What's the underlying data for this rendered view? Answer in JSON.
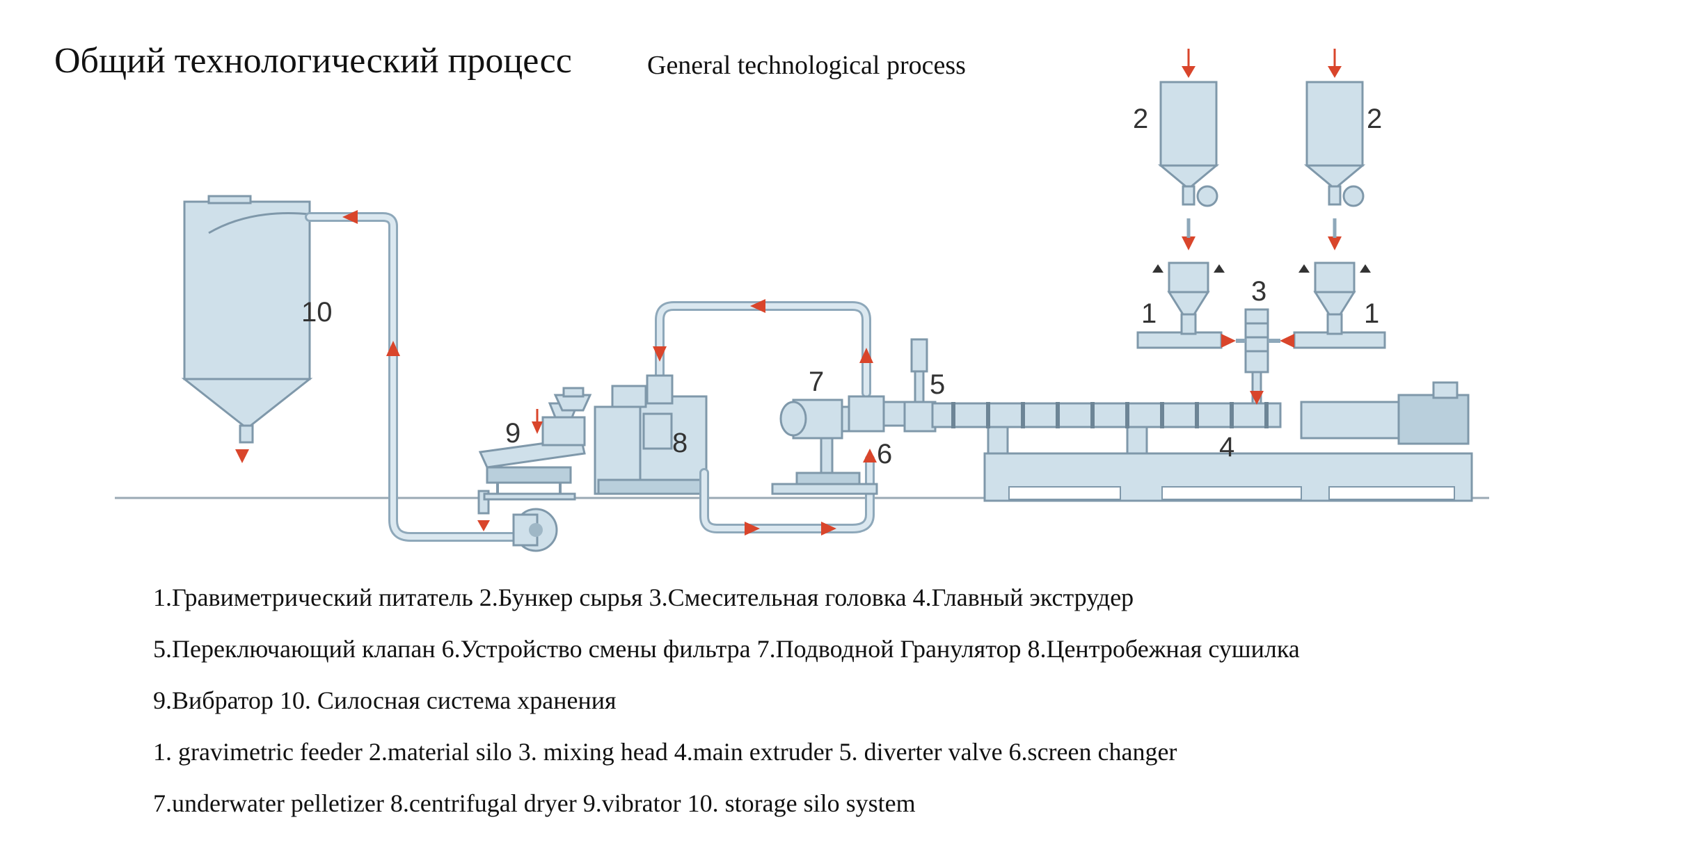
{
  "header": {
    "title_ru": "Общий технологический процесс",
    "title_en": "General technological process"
  },
  "diagram": {
    "labels": {
      "n1a": "1",
      "n1b": "1",
      "n2a": "2",
      "n2b": "2",
      "n3": "3",
      "n4": "4",
      "n5": "5",
      "n6": "6",
      "n7": "7",
      "n8": "8",
      "n9": "9",
      "n10": "10"
    },
    "colors": {
      "equipment": "#cfe0ea",
      "outline": "#7f98aa",
      "arrow": "#d9452b"
    }
  },
  "legend": {
    "line1": "1.Гравиметрический питатель  2.Бункер сырья   3.Смесительная головка  4.Главный экструдер",
    "line2": "5.Переключающий клапан  6.Устройство смены фильтра  7.Подводной Гранулятор  8.Центробежная сушилка",
    "line3": "9.Вибратор  10. Силосная система хранения",
    "line4": "1. gravimetric feeder  2.material silo  3. mixing head  4.main extruder 5. diverter valve  6.screen changer",
    "line5": "7.underwater pelletizer  8.centrifugal dryer  9.vibrator  10. storage silo system"
  }
}
